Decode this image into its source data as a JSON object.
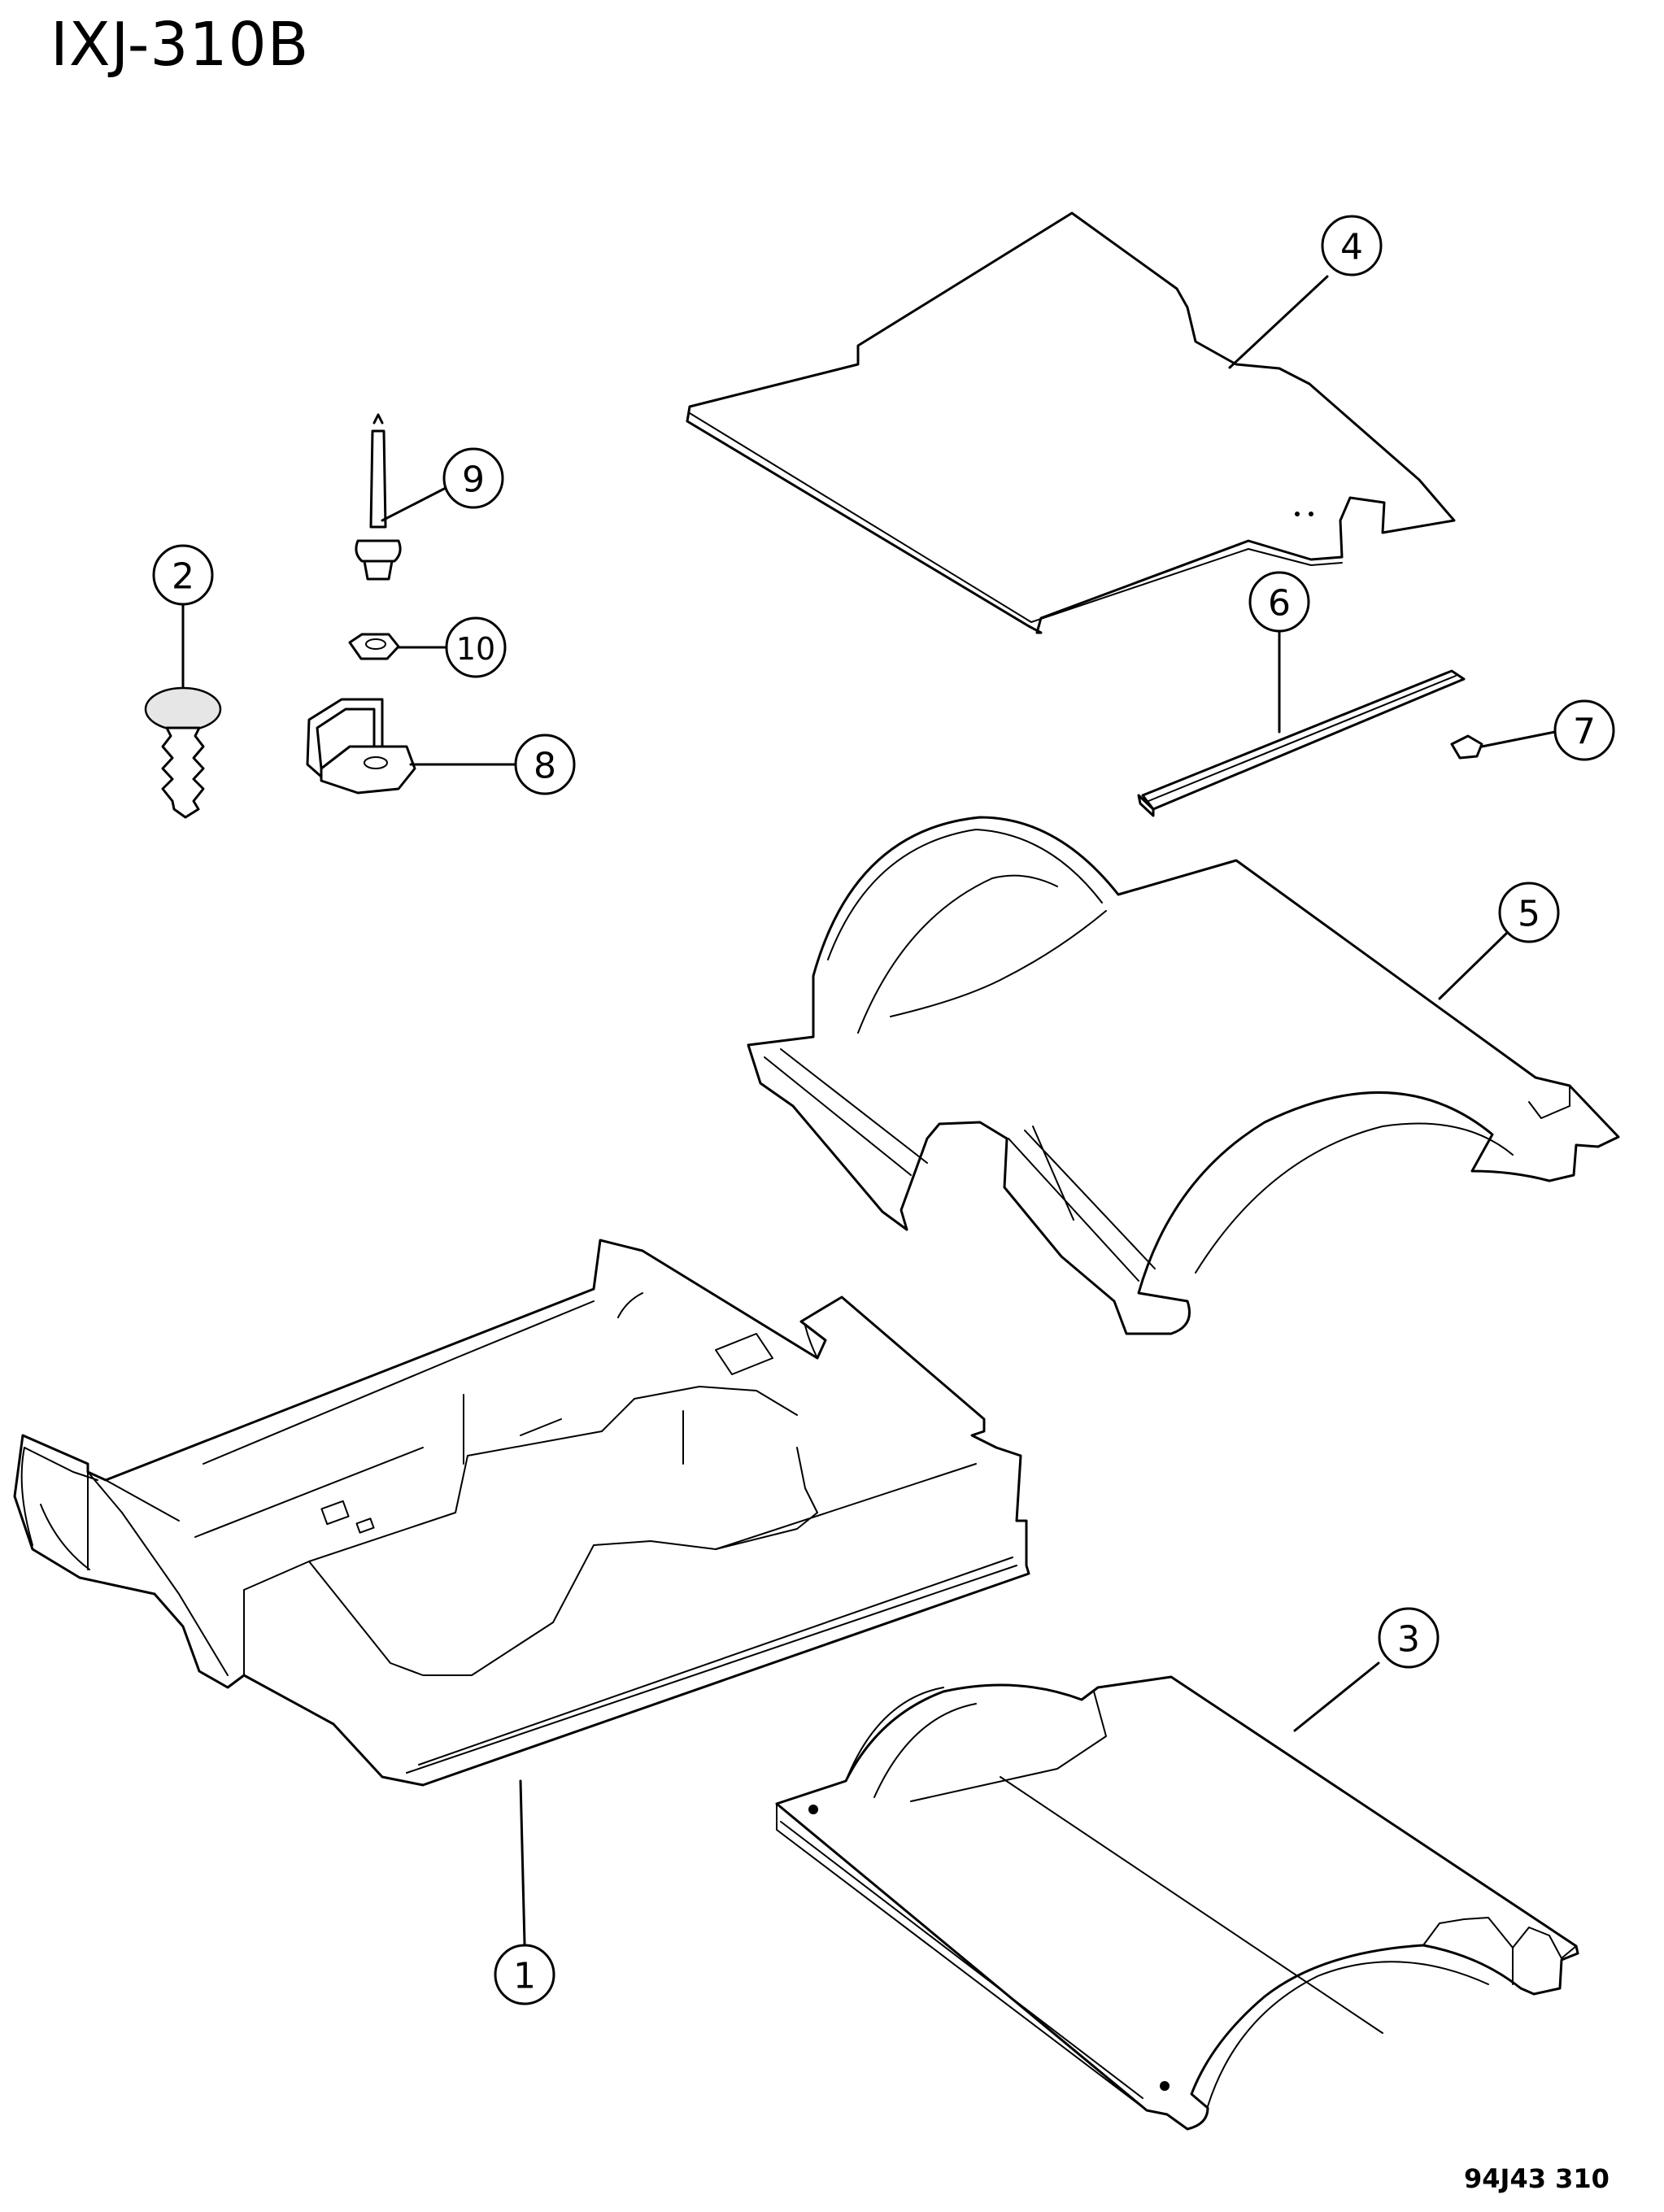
{
  "diagram": {
    "title": "IXJ-310B",
    "reference_code": "94J43 310",
    "callouts": [
      {
        "id": "callout-1",
        "label": "1"
      },
      {
        "id": "callout-2",
        "label": "2"
      },
      {
        "id": "callout-3",
        "label": "3"
      },
      {
        "id": "callout-4",
        "label": "4"
      },
      {
        "id": "callout-5",
        "label": "5"
      },
      {
        "id": "callout-6",
        "label": "6"
      },
      {
        "id": "callout-7",
        "label": "7"
      },
      {
        "id": "callout-8",
        "label": "8"
      },
      {
        "id": "callout-9",
        "label": "9"
      },
      {
        "id": "callout-10",
        "label": "10"
      }
    ]
  }
}
